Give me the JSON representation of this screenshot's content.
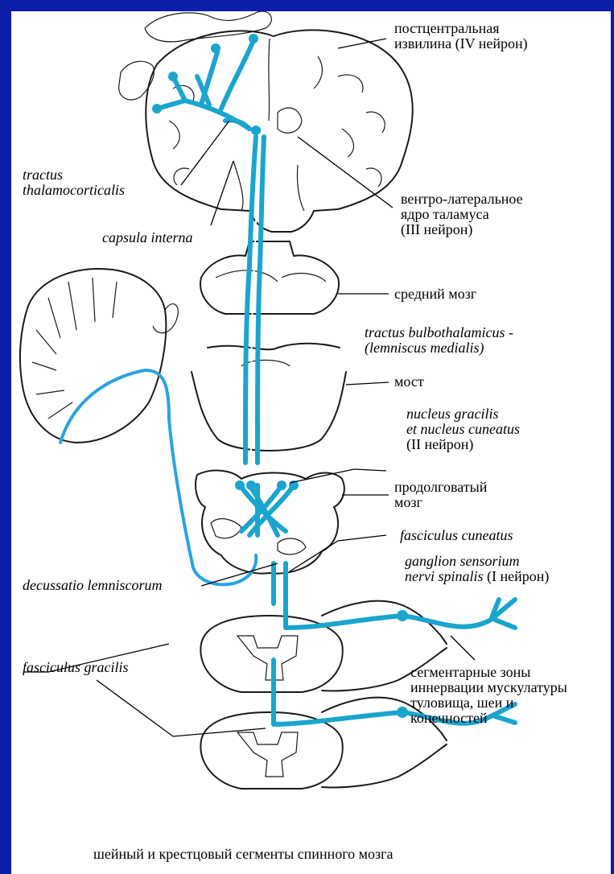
{
  "labels": {
    "postcentral_1": "постцентральная",
    "postcentral_2": "извилина (IV нейрон)",
    "tractus_thalamo_1": "tractus",
    "tractus_thalamo_2": "thalamocorticalis",
    "capsula_interna": "capsula interna",
    "ventrolateral_1": "вентро-латеральное",
    "ventrolateral_2": "ядро таламуса",
    "ventrolateral_3": "(III нейрон)",
    "midbrain": "средний мозг",
    "bulbothalamicus_1": "tractus bulbothalamicus -",
    "bulbothalamicus_2": "(lemniscus medialis)",
    "pons": "мост",
    "nucleus_1": "nucleus gracilis",
    "nucleus_2": "et nucleus cuneatus",
    "nucleus_3": "(II нейрон)",
    "medulla_1": "продолговатый",
    "medulla_2": "мозг",
    "fasciculus_cuneatus": "fasciculus cuneatus",
    "ganglion_1": "ganglion sensorium",
    "ganglion_2a": "nervi spinalis",
    "ganglion_2b": " (I нейрон)",
    "decussatio": "decussatio lemniscorum",
    "fasciculus_gracilis": "fasciculus gracilis",
    "zones_1": "сегментарные зоны",
    "zones_2": "иннервации мускулатуры",
    "zones_3": "туловища, шеи и",
    "zones_4": "конечностей",
    "caption": "шейный и крестцовый сегменты спинного мозга"
  },
  "colors": {
    "frame": "#0a1ea8",
    "pathway": "#1aa5cf",
    "cerebellar_pathway": "#2aa3e0"
  }
}
